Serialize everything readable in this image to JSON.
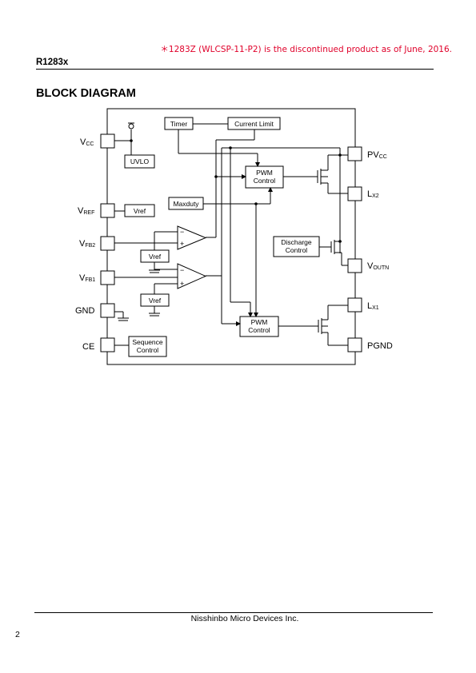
{
  "header": {
    "notice": "＊1283Z (WLCSP-11-P2) is the discontinued product as of June, 2016.",
    "part_number": "R1283x"
  },
  "section_title": "BLOCK DIAGRAM",
  "diagram": {
    "pins_left": {
      "vcc": {
        "main": "V",
        "sub": "CC"
      },
      "vref": {
        "main": "V",
        "sub": "REF"
      },
      "vfb2": {
        "main": "V",
        "sub": "FB2"
      },
      "vfb1": {
        "main": "V",
        "sub": "FB1"
      },
      "gnd": {
        "main": "GND"
      },
      "ce": {
        "main": "CE"
      }
    },
    "pins_right": {
      "pvcc": {
        "main": "PV",
        "sub": "CC"
      },
      "lx2": {
        "main": "L",
        "sub": "X2"
      },
      "voutn": {
        "main": "V",
        "sub": "OUTN"
      },
      "lx1": {
        "main": "L",
        "sub": "X1"
      },
      "pgnd": {
        "main": "PGND"
      }
    },
    "blocks": {
      "timer": "Timer",
      "current_limit": "Current Limit",
      "uvlo": "UVLO",
      "pwm_top_l1": "PWM",
      "pwm_top_l2": "Control",
      "maxduty": "Maxduty",
      "vref_main": "Vref",
      "discharge_l1": "Discharge",
      "discharge_l2": "Control",
      "vref_fb2": "Vref",
      "vref_fb1": "Vref",
      "pwm_bot_l1": "PWM",
      "pwm_bot_l2": "Control",
      "seq_l1": "Sequence",
      "seq_l2": "Control"
    },
    "amp_signs": {
      "minus": "−",
      "plus": "+"
    }
  },
  "footer": {
    "company": "Nisshinbo Micro Devices Inc.",
    "page_number": "2"
  }
}
